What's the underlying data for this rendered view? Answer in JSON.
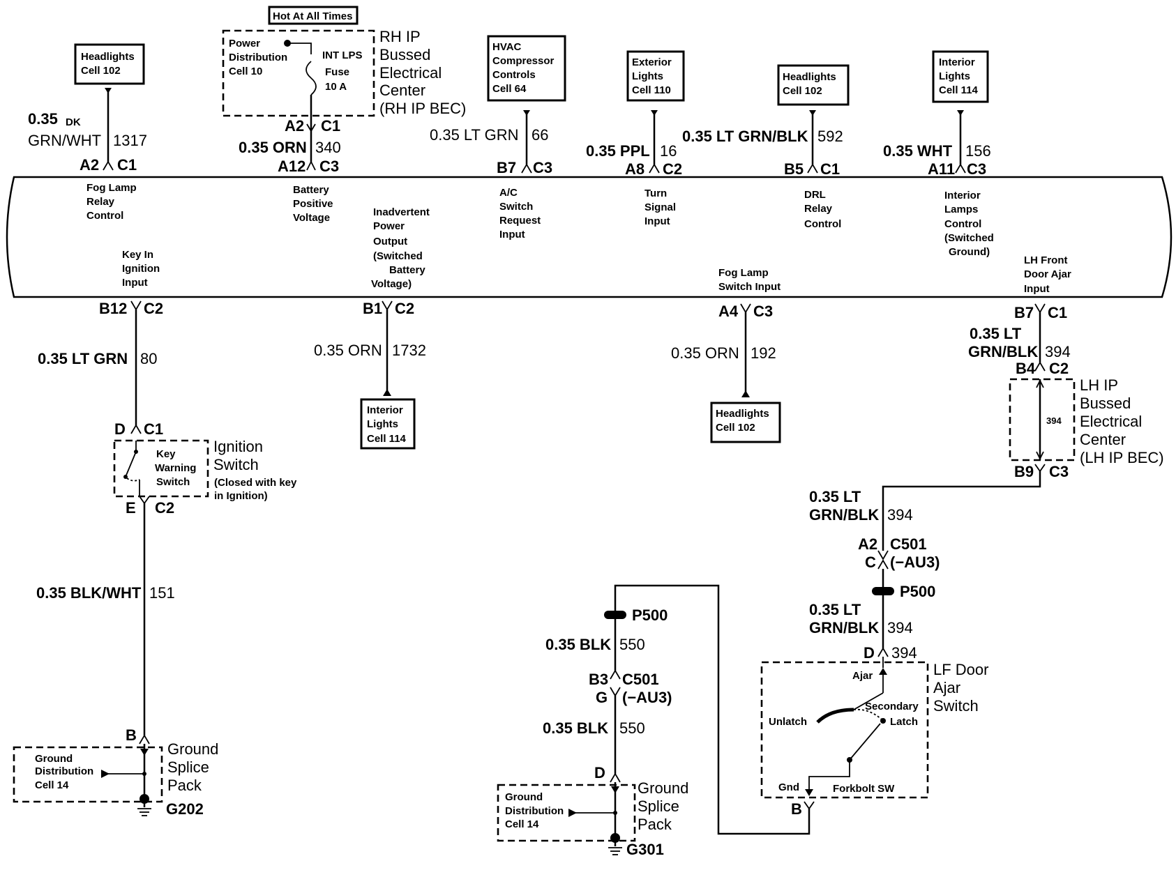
{
  "refs": {
    "fog_src": [
      "Headlights",
      "Cell 102"
    ],
    "hvac": [
      "HVAC",
      "Compressor",
      "Controls",
      "Cell 64"
    ],
    "ext": [
      "Exterior",
      "Lights",
      "Cell 110"
    ],
    "drl_src": [
      "Headlights",
      "Cell 102"
    ],
    "int_src": [
      "Interior",
      "Lights",
      "Cell 114"
    ],
    "hot": [
      "Hot At All Times"
    ],
    "int_out": [
      "Interior",
      "Lights",
      "Cell 114"
    ],
    "fog_out": [
      "Headlights",
      "Cell 102"
    ],
    "gnd1": [
      "Ground",
      "Distribution",
      "Cell 14"
    ],
    "gnd2": [
      "Ground",
      "Distribution",
      "Cell 14"
    ]
  },
  "rh_bec": {
    "inner": [
      "Power",
      "Distribution",
      "Cell 10"
    ],
    "fuse": [
      "INT LPS",
      "Fuse",
      "10 A"
    ],
    "title": [
      "RH IP",
      "Bussed",
      "Electrical",
      "Center",
      "(RH IP BEC)"
    ]
  },
  "top": {
    "w1317": {
      "size": "0.35",
      "dk": "DK",
      "color": "GRN/WHT",
      "circuit": "1317",
      "pin": "A2",
      "conn": "C1"
    },
    "w340": {
      "up_pin": "A2",
      "up_conn": "C1",
      "size": "0.35 ORN",
      "circuit": "340",
      "pin": "A12",
      "conn": "C3"
    },
    "w66": {
      "size": "0.35 LT GRN",
      "circuit": "66",
      "pin": "B7",
      "conn": "C3"
    },
    "w16": {
      "size": "0.35 PPL",
      "circuit": "16",
      "pin": "A8",
      "conn": "C2"
    },
    "w592": {
      "size": "0.35 LT GRN/BLK",
      "circuit": "592",
      "pin": "B5",
      "conn": "C1"
    },
    "w156": {
      "size": "0.35 WHT",
      "circuit": "156",
      "pin": "A11",
      "conn": "C3"
    }
  },
  "module_labels": {
    "fog_relay": [
      "Fog Lamp",
      "Relay",
      "Control"
    ],
    "batt_pos": [
      "Battery",
      "Positive",
      "Voltage"
    ],
    "inadvertent": [
      "Inadvertent",
      "Power",
      "Output",
      "(Switched",
      "Battery",
      "Voltage)"
    ],
    "ac_req": [
      "A/C",
      "Switch",
      "Request",
      "Input"
    ],
    "turn": [
      "Turn",
      "Signal",
      "Input"
    ],
    "drl": [
      "DRL",
      "Relay",
      "Control"
    ],
    "int_lamps": [
      "Interior",
      "Lamps",
      "Control",
      "(Switched",
      "Ground)"
    ],
    "key_in": [
      "Key In",
      "Ignition",
      "Input"
    ],
    "fog_sw": [
      "Fog Lamp",
      "Switch Input"
    ],
    "lh_door": [
      "LH Front",
      "Door Ajar",
      "Input"
    ]
  },
  "bottom": {
    "w80": {
      "pin": "B12",
      "conn": "C2",
      "size": "0.35 LT GRN",
      "circuit": "80"
    },
    "ign": {
      "top_pin": "D",
      "top_conn": "C1",
      "inner": [
        "Key",
        "Warning",
        "Switch"
      ],
      "title": [
        "Ignition",
        "Switch"
      ],
      "note": [
        "(Closed with key",
        "in Ignition)"
      ],
      "bot_pin": "E",
      "bot_conn": "C2"
    },
    "w151": {
      "size": "0.35 BLK/WHT",
      "circuit": "151"
    },
    "gsp1": {
      "pin": "B",
      "title": [
        "Ground",
        "Splice",
        "Pack"
      ],
      "ground": "G202"
    },
    "w1732": {
      "pin": "B1",
      "conn": "C2",
      "size": "0.35 ORN",
      "circuit": "1732"
    },
    "w192": {
      "pin": "A4",
      "conn": "C3",
      "size": "0.35 ORN",
      "circuit": "192"
    },
    "w394": {
      "pin": "B7",
      "conn": "C1",
      "size1": "0.35 LT",
      "color1": "GRN/BLK",
      "circuit": "394",
      "bec_in_pin": "B4",
      "bec_in_conn": "C2",
      "bec_inner": "394",
      "bec_title": [
        "LH IP",
        "Bussed",
        "Electrical",
        "Center",
        "(LH IP BEC)"
      ],
      "bec_out_pin": "B9",
      "bec_out_conn": "C3",
      "size2": "0.35 LT",
      "color2": "GRN/BLK",
      "circuit2": "394",
      "c501_top": "A2",
      "c501": "C501",
      "c501_bot": "C",
      "c501_opt": "(−AU3)",
      "p500": "P500",
      "size3": "0.35 LT",
      "color3": "GRN/BLK",
      "circuit3": "394",
      "door_pin": "D",
      "door_circuit": "394"
    },
    "door": {
      "title": [
        "LF Door",
        "Ajar",
        "Switch"
      ],
      "ajar": "Ajar",
      "unlatch": "Unlatch",
      "secondary": "Secondary",
      "latch": "Latch",
      "gnd": "Gnd",
      "forkbolt": "Forkbolt SW",
      "bot_pin": "B"
    },
    "w550": {
      "p500": "P500",
      "size1": "0.35 BLK",
      "circuit1": "550",
      "top_pin": "B3",
      "conn": "C501",
      "bot_pin": "G",
      "opt": "(−AU3)",
      "size2": "0.35 BLK",
      "circuit2": "550",
      "gsp_pin": "D"
    },
    "gsp2": {
      "title": [
        "Ground",
        "Splice",
        "Pack"
      ],
      "ground": "G301"
    }
  }
}
